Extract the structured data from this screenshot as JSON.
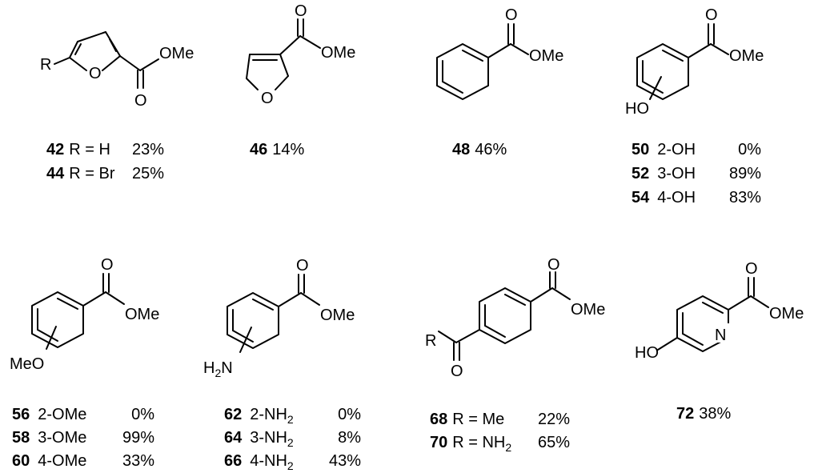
{
  "atoms": {
    "O": "O",
    "OMe": "OMe",
    "R": "R",
    "HO": "HO",
    "MeO": "MeO",
    "H2N_main": "H",
    "H2N_sub": "2",
    "H2N_tail": "N",
    "N": "N"
  },
  "compounds": [
    {
      "rows": [
        {
          "id": "42",
          "desc": "R = H",
          "yield": "23%"
        },
        {
          "id": "44",
          "desc": "R = Br",
          "yield": "25%"
        }
      ]
    },
    {
      "rows": [
        {
          "id": "46",
          "yield": "14%"
        }
      ]
    },
    {
      "rows": [
        {
          "id": "48",
          "yield": "46%"
        }
      ]
    },
    {
      "rows": [
        {
          "id": "50",
          "desc": "2-OH",
          "yield": "0%"
        },
        {
          "id": "52",
          "desc": "3-OH",
          "yield": "89%"
        },
        {
          "id": "54",
          "desc": "4-OH",
          "yield": "83%"
        }
      ]
    },
    {
      "rows": [
        {
          "id": "56",
          "desc": "2-OMe",
          "yield": "0%"
        },
        {
          "id": "58",
          "desc": "3-OMe",
          "yield": "99%"
        },
        {
          "id": "60",
          "desc": "4-OMe",
          "yield": "33%"
        }
      ]
    },
    {
      "rows": [
        {
          "id": "62",
          "desc": "2-NH",
          "sub": "2",
          "yield": "0%"
        },
        {
          "id": "64",
          "desc": "3-NH",
          "sub": "2",
          "yield": "8%"
        },
        {
          "id": "66",
          "desc": "4-NH",
          "sub": "2",
          "yield": "43%"
        }
      ]
    },
    {
      "rows": [
        {
          "id": "68",
          "desc": "R = Me",
          "yield": "22%"
        },
        {
          "id": "70",
          "desc": "R = NH",
          "sub": "2",
          "yield": "65%"
        }
      ]
    },
    {
      "rows": [
        {
          "id": "72",
          "yield": "38%"
        }
      ]
    }
  ]
}
